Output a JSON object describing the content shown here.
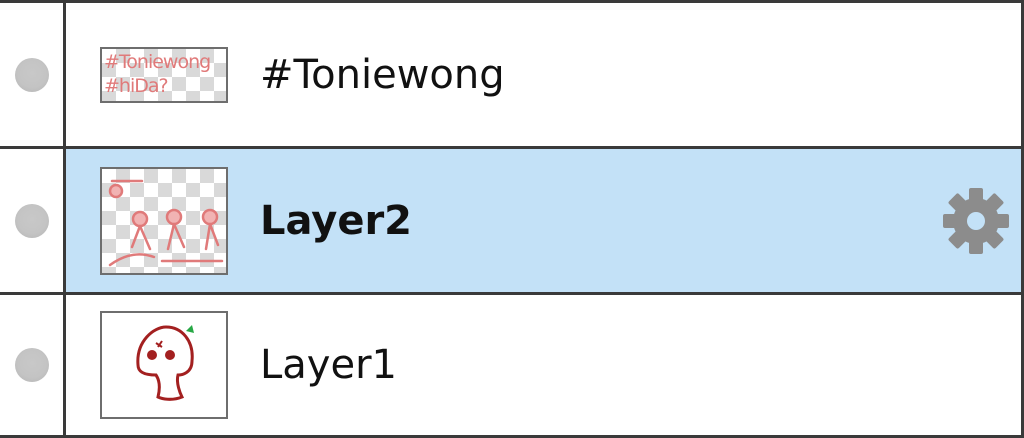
{
  "colors": {
    "selected_row": "#c3e1f7",
    "border": "#3a3a3a",
    "gear": "#8c8c8c",
    "thumb_sketch": "#e07a7a",
    "mascot_stroke": "#a32020",
    "mascot_leaf": "#27a845"
  },
  "layers": [
    {
      "name": "#Toniewong",
      "thumbnail_text": [
        "#Toniewong",
        "#hiDa?"
      ],
      "selected": false,
      "icon": "eye-dot-icon"
    },
    {
      "name": "Layer2",
      "selected": true,
      "icon": "eye-dot-icon",
      "settings_icon": "gear-icon"
    },
    {
      "name": "Layer1",
      "selected": false,
      "icon": "eye-dot-icon"
    }
  ]
}
